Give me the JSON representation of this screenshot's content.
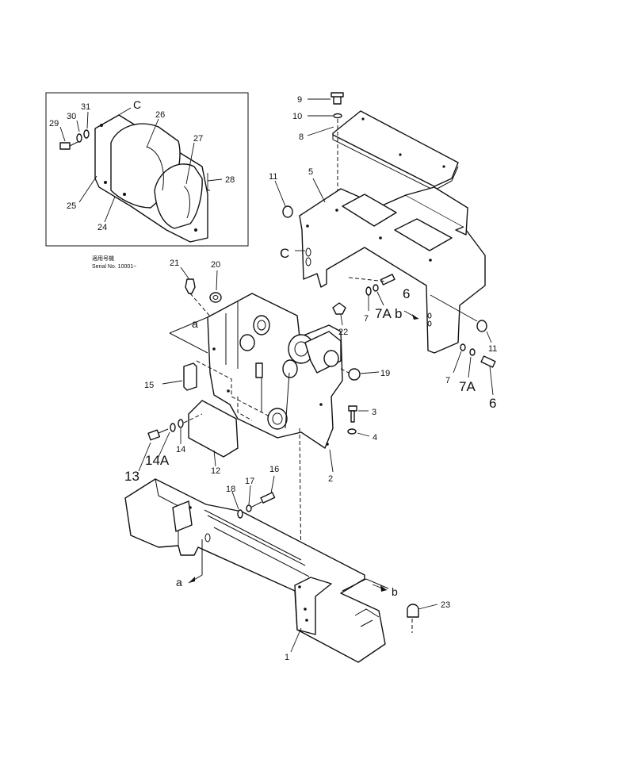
{
  "inset": {
    "serial_line1": "適用号機",
    "serial_line2": "Serial No. 10001~",
    "labels": {
      "c": "C",
      "p24": "24",
      "p25": "25",
      "p26": "26",
      "p27": "27",
      "p28": "28",
      "p29": "29",
      "p30": "30",
      "p31": "31"
    }
  },
  "callouts": {
    "p1": "1",
    "p2": "2",
    "p3": "3",
    "p4": "4",
    "p5": "5",
    "p6a": "6",
    "p6b": "6",
    "p7a": "7",
    "p7b": "7",
    "p7Aa": "7A",
    "p7Ab": "7A",
    "p8": "8",
    "p9": "9",
    "p10": "10",
    "p11a": "11",
    "p11b": "11",
    "p12": "12",
    "p13": "13",
    "p14": "14",
    "p14A": "14A",
    "p15": "15",
    "p16": "16",
    "p17": "17",
    "p18": "18",
    "p19": "19",
    "p20": "20",
    "p21": "21",
    "p22": "22",
    "p23": "23",
    "ref_a1": "a",
    "ref_a2": "a",
    "ref_b1": "b",
    "ref_b2": "b",
    "ref_c": "C"
  },
  "colors": {
    "line": "#111111",
    "background": "#ffffff"
  }
}
